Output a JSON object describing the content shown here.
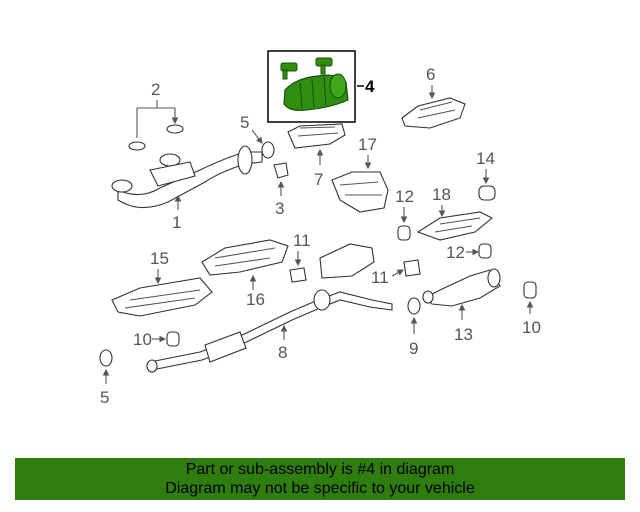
{
  "callouts": {
    "c1": "1",
    "c2": "2",
    "c3": "3",
    "c4": "4",
    "c5a": "5",
    "c5b": "5",
    "c6": "6",
    "c7": "7",
    "c8": "8",
    "c9": "9",
    "c10a": "10",
    "c10b": "10",
    "c11a": "11",
    "c11b": "11",
    "c12a": "12",
    "c12b": "12",
    "c13": "13",
    "c14": "14",
    "c15": "15",
    "c16": "16",
    "c17": "17",
    "c18": "18"
  },
  "highlight_color": "#2f8f0f",
  "banner": {
    "line1": "Part or sub-assembly is #4 in diagram",
    "line2": "Diagram may not be specific to your vehicle",
    "color": "#2e7d0e"
  }
}
